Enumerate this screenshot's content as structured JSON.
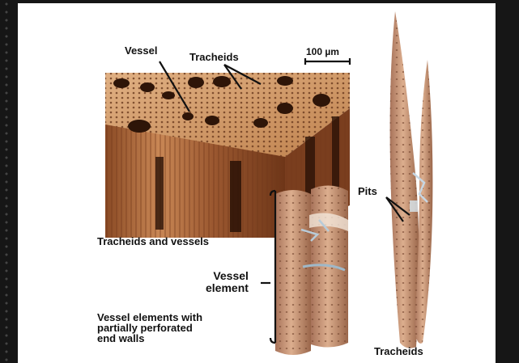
{
  "figure": {
    "labels": {
      "vessel": "Vessel",
      "tracheids_top": "Tracheids",
      "scale": "100 µm",
      "pits": "Pits",
      "tracheids_and_vessels": "Tracheids and vessels",
      "vessel_element": "Vessel\nelement",
      "vessel_elements_perforated": "Vessel elements with\npartially perforated\nend walls",
      "tracheids_bottom": "Tracheids"
    },
    "colors": {
      "wood_light": "#d29a6c",
      "wood_mid": "#b06a3e",
      "wood_dark": "#5a2c14",
      "cell_tan": "#c79674",
      "background": "#ffffff"
    }
  }
}
